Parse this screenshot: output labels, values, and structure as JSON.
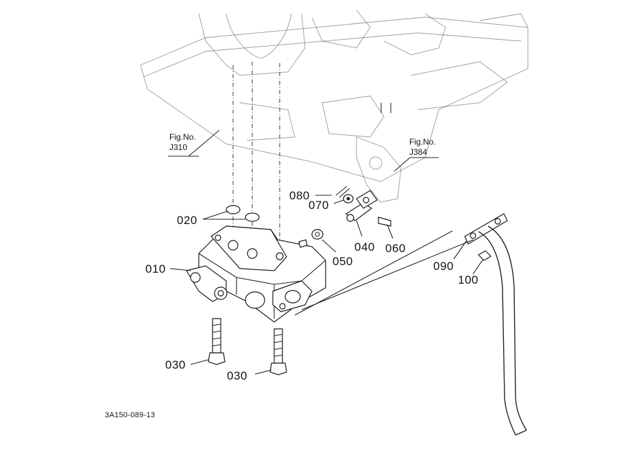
{
  "figure_refs": [
    {
      "line1": "Fig.No.",
      "line2": "J310"
    },
    {
      "line1": "Fig.No.",
      "line2": "J384"
    }
  ],
  "part_labels": {
    "p010": "010",
    "p020": "020",
    "p030a": "030",
    "p030b": "030",
    "p040": "040",
    "p050": "050",
    "p060": "060",
    "p070": "070",
    "p080": "080",
    "p090": "090",
    "p100": "100"
  },
  "drawing_code": "3A150-089-13"
}
